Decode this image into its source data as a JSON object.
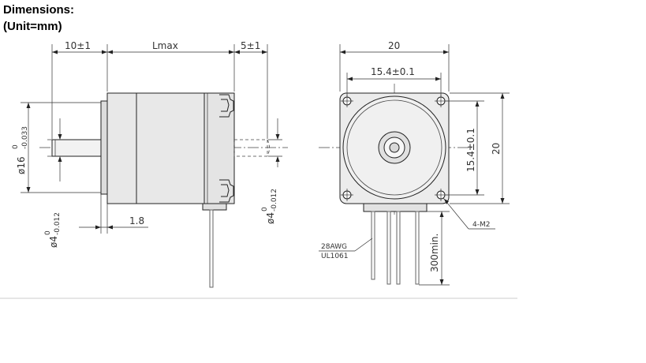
{
  "heading": {
    "line1": "Dimensions:",
    "line2": "(Unit=mm)"
  },
  "side_view": {
    "dim_shaft_length": "10±1",
    "dim_body_length": "Lmax",
    "dim_rear_shaft": "5±1",
    "dim_body_diameter": "ø16-0.033",
    "dim_body_diameter_main": "ø16",
    "dim_body_diameter_upper": "0",
    "dim_body_diameter_lower": "-0.033",
    "dim_shaft_diameter_main": "ø4",
    "dim_shaft_diameter_upper": "0",
    "dim_shaft_diameter_lower": "-0.012",
    "dim_rear_shaft_diameter_main": "ø4",
    "dim_rear_shaft_diameter_upper": "0",
    "dim_rear_shaft_diameter_lower": "-0.012",
    "dim_step": "1.8"
  },
  "front_view": {
    "dim_width": "20",
    "dim_hole_spacing_h": "15.4±0.1",
    "dim_hole_spacing_v": "15.4±0.1",
    "dim_height": "20",
    "dim_screw": "4-M2",
    "dim_wire_gauge": "28AWG",
    "dim_wire_standard": "UL1061",
    "dim_lead_length": "300min."
  }
}
